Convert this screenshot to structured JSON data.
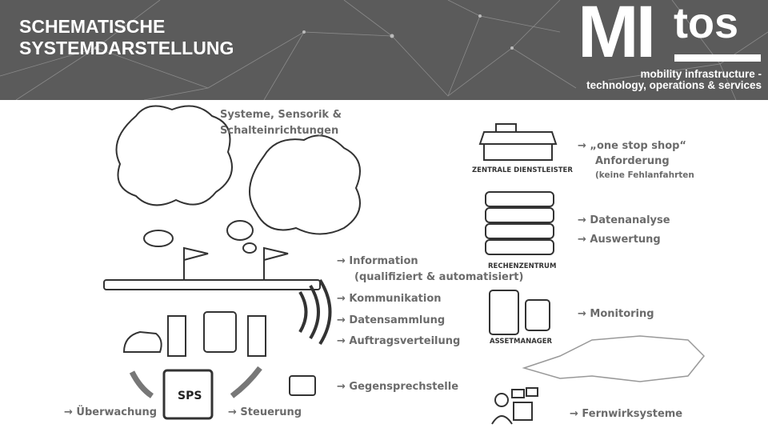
{
  "header": {
    "title_line1": "SCHEMATISCHE",
    "title_line2": "SYSTEMDARSTELLUNG",
    "logo": {
      "mi": "MI",
      "tos": "tos",
      "line1": "mobility infrastructure -",
      "line2": "technology, operations & services"
    }
  },
  "left": {
    "systems_line1": "Systeme, Sensorik &",
    "systems_line2": "Schalteinrichtungen",
    "features": [
      "→ Information",
      "(qualifiziert & automatisiert)",
      "→ Kommunikation",
      "→ Datensammlung",
      "→ Auftragsverteilung",
      "→ Gegensprechstelle"
    ],
    "sps": "SPS",
    "ueberwachung": "→ Überwachung",
    "steuerung": "→ Steuerung"
  },
  "right": {
    "dienstleister_label": "ZENTRALE DIENSTLEISTER",
    "dienstleister_items": [
      "→ „one stop shop“",
      "Anforderung",
      "(keine Fehlanfahrten"
    ],
    "rechenzentrum_label": "RECHENZENTRUM",
    "rechenzentrum_items": [
      "→ Datenanalyse",
      "→ Auswertung"
    ],
    "assetmanager_label": "ASSETMANAGER",
    "assetmanager_items": [
      "→ Monitoring"
    ],
    "fernwirk": "→ Fernwirksysteme"
  }
}
